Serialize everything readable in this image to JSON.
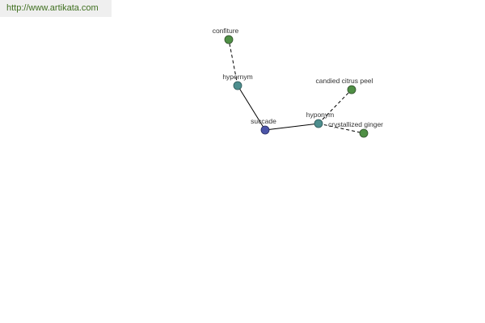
{
  "site_url": "http://www.artikata.com",
  "colors": {
    "center_node": "#4b54a8",
    "relation_node": "#4d8e8e",
    "leaf_node": "#4f8f45",
    "url_text": "#3f6f1f"
  },
  "nodes": [
    {
      "id": "succade",
      "label": "succade",
      "kind": "center"
    },
    {
      "id": "hypernym",
      "label": "hypernym",
      "kind": "relation"
    },
    {
      "id": "hyponym",
      "label": "hyponym",
      "kind": "relation"
    },
    {
      "id": "confiture",
      "label": "confiture",
      "kind": "leaf"
    },
    {
      "id": "candied_citrus_peel",
      "label": "candied citrus peel",
      "kind": "leaf"
    },
    {
      "id": "crystallized_ginger",
      "label": "crystallized ginger",
      "kind": "leaf"
    }
  ],
  "edges": [
    {
      "from": "succade",
      "to": "hypernym",
      "style": "solid"
    },
    {
      "from": "succade",
      "to": "hyponym",
      "style": "solid"
    },
    {
      "from": "hypernym",
      "to": "confiture",
      "style": "dashed"
    },
    {
      "from": "hyponym",
      "to": "candied_citrus_peel",
      "style": "dashed"
    },
    {
      "from": "hyponym",
      "to": "crystallized_ginger",
      "style": "dashed"
    }
  ]
}
